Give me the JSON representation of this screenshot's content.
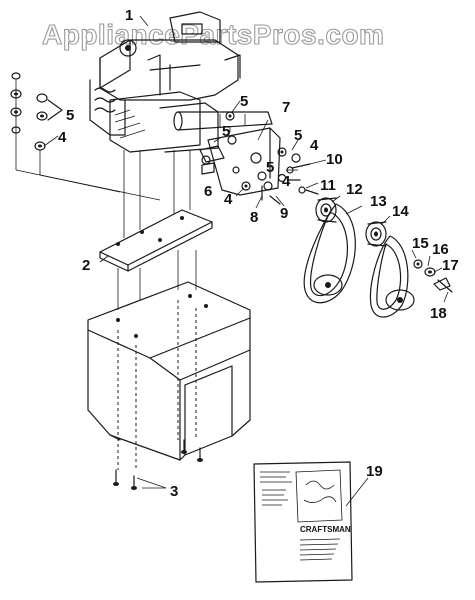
{
  "watermark": "AppliancePartsPros.com",
  "callouts": {
    "c1": "1",
    "c2": "2",
    "c3": "3",
    "c4a": "4",
    "c4b": "4",
    "c4c": "4",
    "c4d": "4",
    "c5a": "5",
    "c5b": "5",
    "c5c": "5",
    "c5d": "5",
    "c5e": "5",
    "c6": "6",
    "c7": "7",
    "c8": "8",
    "c9": "9",
    "c10": "10",
    "c11": "11",
    "c12": "12",
    "c13": "13",
    "c14": "14",
    "c15": "15",
    "c16": "16",
    "c17": "17",
    "c18": "18",
    "c19": "19"
  },
  "manual": {
    "brand": "CRAFTSMAN"
  }
}
